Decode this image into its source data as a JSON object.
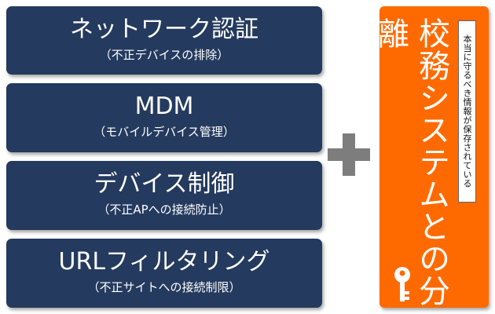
{
  "boxes": [
    {
      "title": "ネットワーク認証",
      "subtitle": "（不正デバイスの排除）"
    },
    {
      "title": "MDM",
      "subtitle": "（モバイルデバイス管理）"
    },
    {
      "title": "デバイス制御",
      "subtitle": "（不正APへの接続防止）"
    },
    {
      "title": "URLフィルタリング",
      "subtitle": "（不正サイトへの接続制限）"
    }
  ],
  "right_panel": {
    "title": "校務システムとの分離",
    "note": "本当に守るべき情報が保存されている"
  },
  "icons": {
    "plus": "plus-icon",
    "key": "key-icon"
  },
  "colors": {
    "box_bg": "#243a5e",
    "panel_bg": "#ff6a00",
    "plus": "#7d7d7d",
    "text": "#ffffff"
  }
}
